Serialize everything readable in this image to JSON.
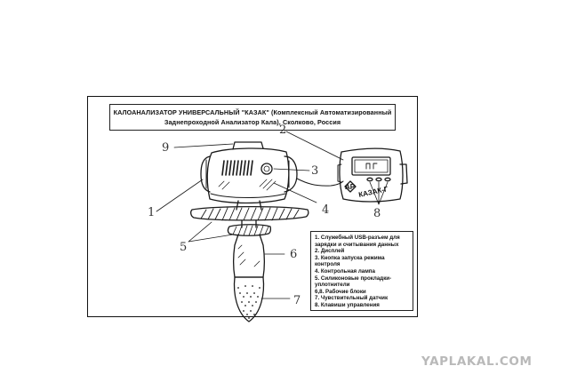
{
  "title": {
    "line1": "КАЛОАНАЛИЗАТОР УНИВЕРСАЛЬНЫЙ \"КАЗАК\" (Комплексный Автоматизированный",
    "line2": "Заднепроходной Анализатор Кала), Сколково, Россия"
  },
  "legend": [
    "1. Служебный USB-разъем для",
    "зарядки и считывания данных",
    "2. Дисплей",
    "3. Кнопка запуска режима",
    "контроля",
    "4. Контрольная лампа",
    "5. Силиконовые прокладки-",
    "уплотнители",
    "6,8. Рабочие блоки",
    "7. Чувствительный датчик",
    "8. Клавиши управления"
  ],
  "remote": {
    "logo": "АР",
    "label": "КАЗАК-Г"
  },
  "callouts": [
    "9",
    "1",
    "2",
    "3",
    "4",
    "5",
    "6",
    "7",
    "8"
  ],
  "watermark": "YAPLAKAL.COM"
}
